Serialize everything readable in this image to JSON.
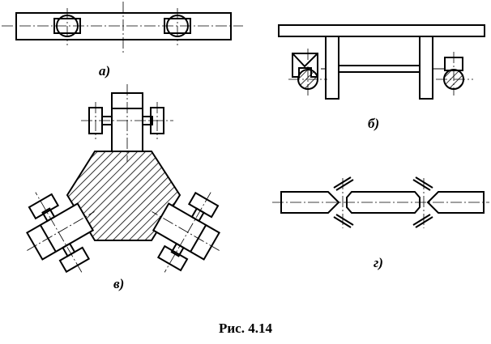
{
  "figure": {
    "caption": "Рис. 4.14",
    "panels": [
      {
        "id": "a",
        "label": "а)"
      },
      {
        "id": "b",
        "label": "б)"
      },
      {
        "id": "v",
        "label": "в)"
      },
      {
        "id": "g",
        "label": "г)"
      }
    ]
  }
}
